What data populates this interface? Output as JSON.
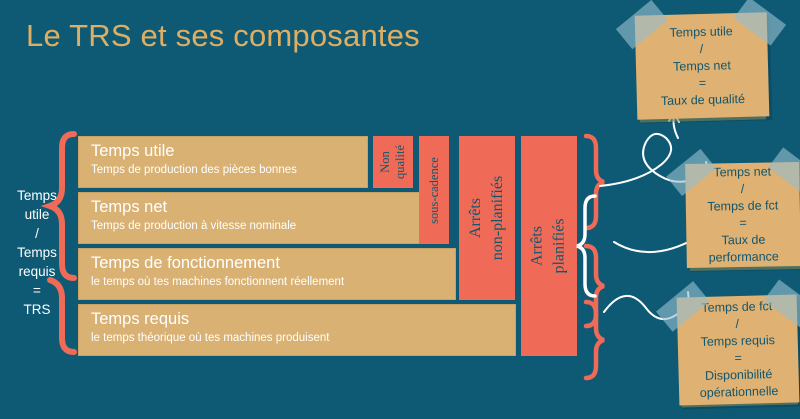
{
  "title": "Le TRS et ses composantes",
  "colors": {
    "background": "#0e5a75",
    "title": "#dfae63",
    "bar": "#d9b173",
    "accent_coral": "#ef6b57",
    "note": "#dfb172",
    "note_text": "#12566d",
    "tape": "#96becd"
  },
  "trs_formula": {
    "line1": "Temps",
    "line2": "utile",
    "line3": "/",
    "line4": "Temps",
    "line5": "requis",
    "line6": "=",
    "line7": "TRS"
  },
  "bars": [
    {
      "title": "Temps utile",
      "subtitle": "Temps de production des pièces bonnes"
    },
    {
      "title": "Temps net",
      "subtitle": "Temps de production à vitesse nominale"
    },
    {
      "title": "Temps de fonctionnement",
      "subtitle": "le temps où tes machines fonctionnent réellement"
    },
    {
      "title": "Temps requis",
      "subtitle": "le temps théorique où tes machines produisent"
    }
  ],
  "loss_boxes": [
    {
      "id": "non-qualite",
      "line1": "Non",
      "line2": "qualité"
    },
    {
      "id": "sous-cadence",
      "line1": "sous-cadence",
      "line2": ""
    },
    {
      "id": "arrets-non-planifies",
      "line1": "Arrêts",
      "line2": "non-planifiés"
    },
    {
      "id": "arrets-planifies",
      "line1": "Arrêts",
      "line2": "planifiés"
    }
  ],
  "notes": [
    {
      "id": "taux-de-qualite",
      "line1": "Temps utile",
      "line2": "/",
      "line3": "Temps net",
      "line4": "=",
      "line5": "Taux de qualité",
      "line6": ""
    },
    {
      "id": "taux-de-performance",
      "line1": "Temps net",
      "line2": "/",
      "line3": "Temps de fct",
      "line4": "=",
      "line5": "Taux de",
      "line6": "performance"
    },
    {
      "id": "disponibilite-operationnelle",
      "line1": "Temps de fct",
      "line2": "/",
      "line3": "Temps requis",
      "line4": "=",
      "line5": "Disponibilité",
      "line6": "opérationnelle"
    }
  ]
}
